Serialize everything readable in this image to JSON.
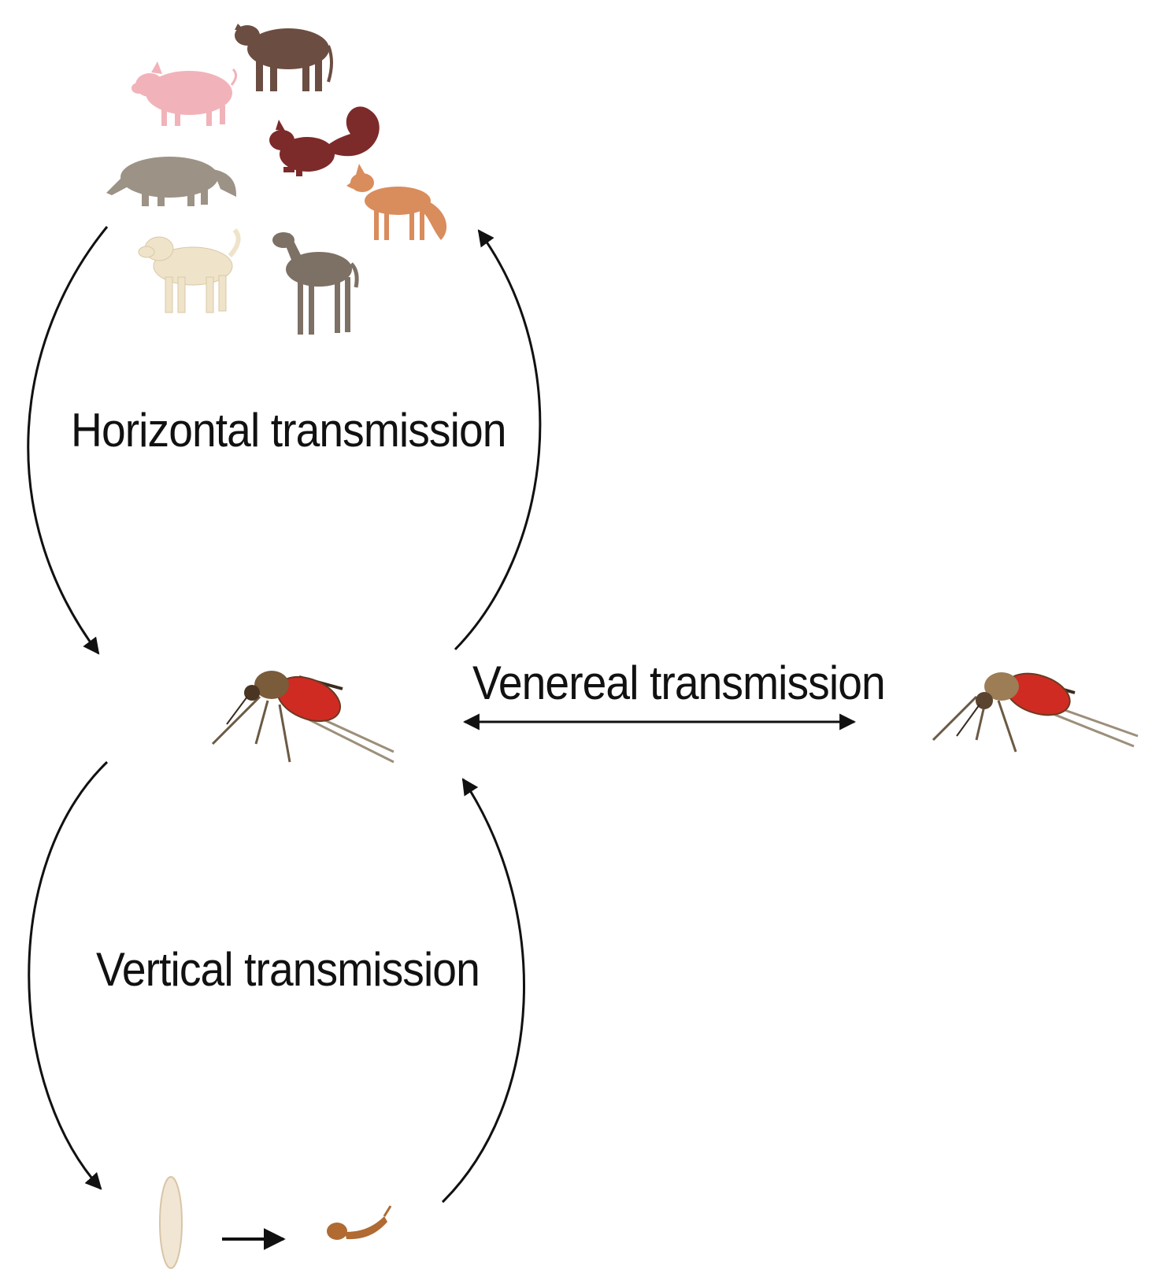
{
  "labels": {
    "horizontal": "Horizontal transmission",
    "vertical": "Vertical transmission",
    "venereal": "Venereal transmission"
  },
  "hosts": [
    "pig-icon",
    "cow-icon",
    "squirrel-icon",
    "anteater-icon",
    "fox-icon",
    "dog-icon",
    "foal-icon"
  ],
  "colors": {
    "arrow": "#111111",
    "pig": "#f1b3b9",
    "cow": "#6b4d42",
    "squirrel": "#7d2a2a",
    "anteater": "#9c9286",
    "fox": "#d98c5c",
    "dog": "#efe3c9",
    "foal": "#7d7064",
    "mosquito_body": "#7a5b3a",
    "mosquito_abdomen": "#cf2b22",
    "egg": "#f1e6d4",
    "larva": "#b06a32"
  }
}
